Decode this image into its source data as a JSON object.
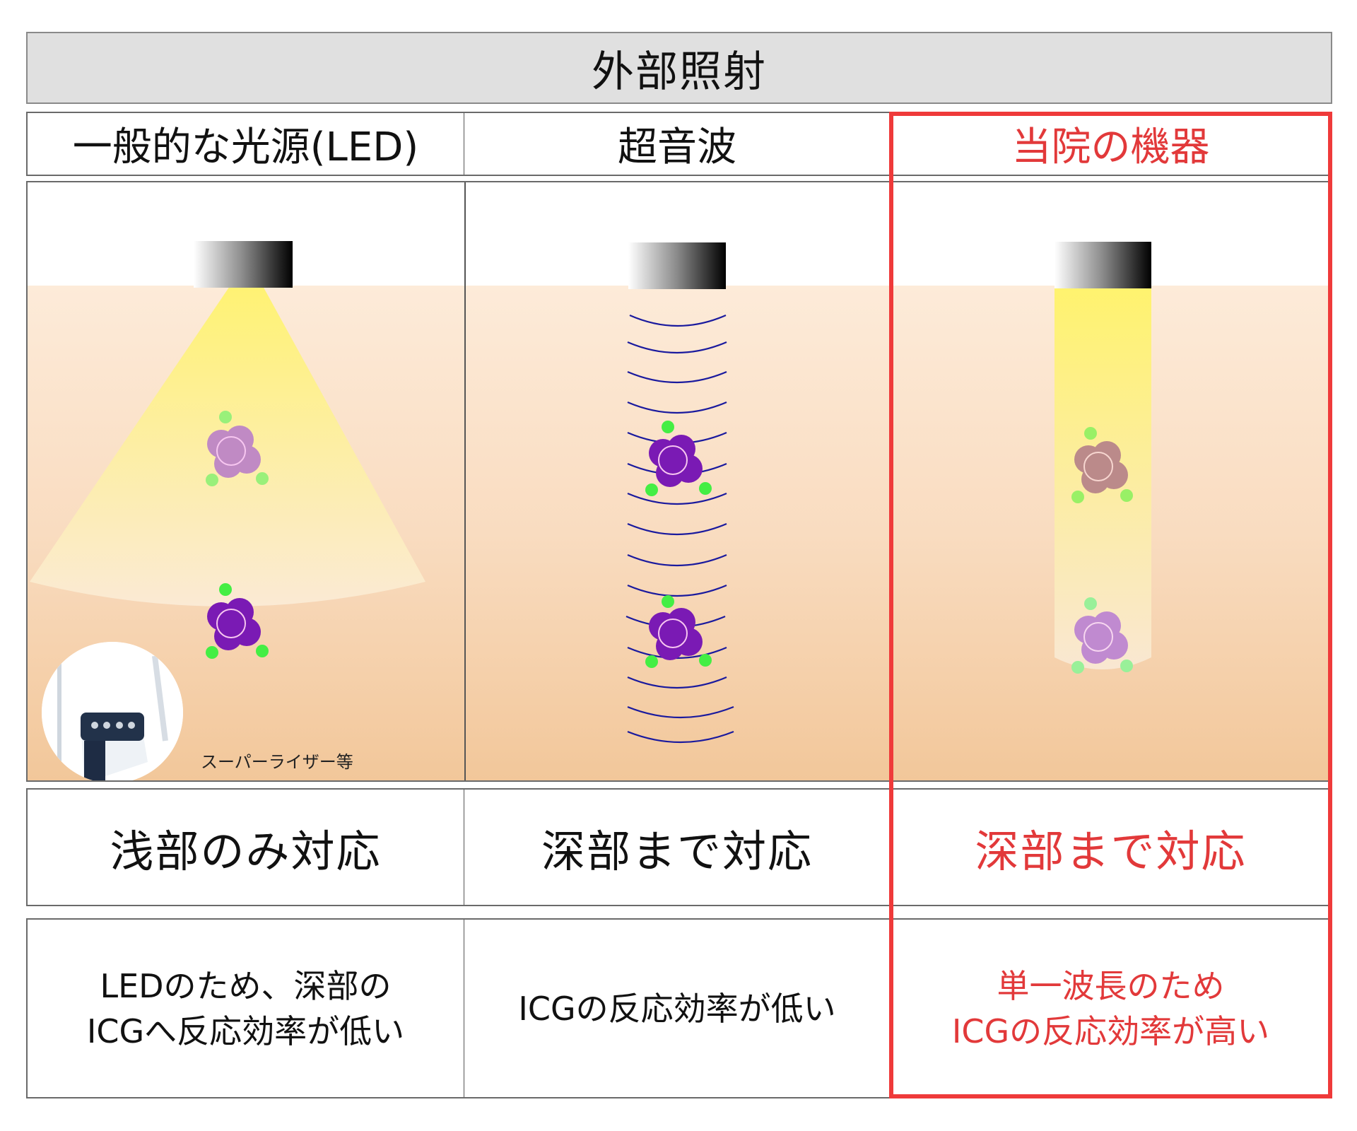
{
  "title": "外部照射",
  "colors": {
    "accent_red": "#e2393a",
    "frame_red": "#ef3a3a",
    "title_bg": "#e0e0e0",
    "skin_top": "#fdebd9",
    "skin_bottom": "#f2c79a",
    "light_yellow": "#fff36e",
    "wave_blue": "#1a1a9e",
    "cell_purple": "#7a1ab4",
    "cell_pale_purple": "#c08ac4",
    "cell_mauve": "#bb8a8a",
    "icg_green": "#44ee44"
  },
  "columns": [
    {
      "header": "一般的な光源(LED)",
      "illustration": "led-cone-light",
      "device_caption": "スーパーライザー等",
      "depth": "浅部のみ対応",
      "description_lines": [
        "LEDのため、深部の",
        "ICGへ反応効率が低い"
      ],
      "highlighted": false
    },
    {
      "header": "超音波",
      "illustration": "ultrasound-waves",
      "depth": "深部まで対応",
      "description_lines": [
        "ICGの反応効率が低い"
      ],
      "highlighted": false
    },
    {
      "header": "当院の機器",
      "illustration": "focused-beam-light",
      "depth": "深部まで対応",
      "description_lines": [
        "単一波長のため",
        "ICGの反応効率が高い"
      ],
      "highlighted": true
    }
  ]
}
